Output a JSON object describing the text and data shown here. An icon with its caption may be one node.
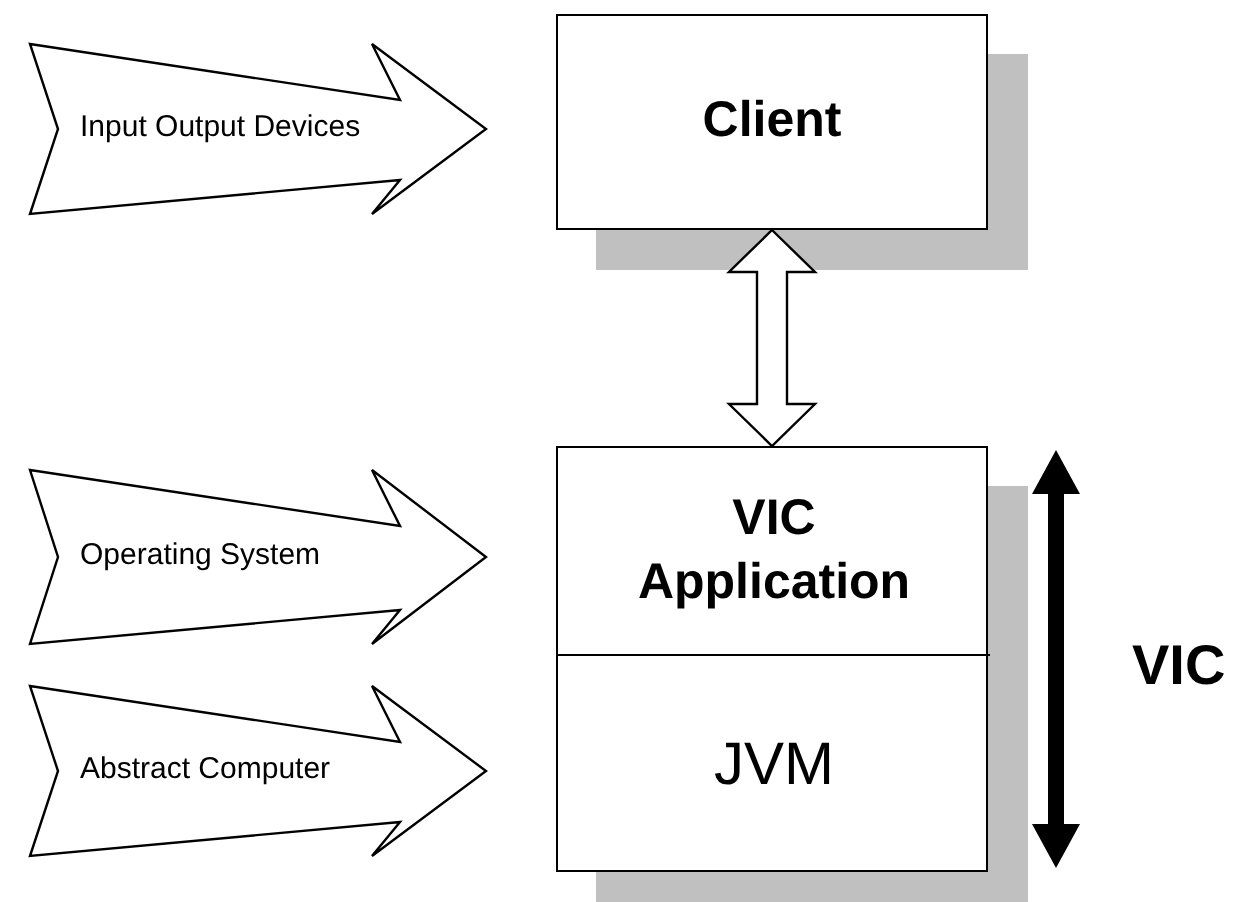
{
  "diagram": {
    "nodes": [
      {
        "text": [
          "Input Output Devices"
        ]
      },
      {
        "text": [
          "Client"
        ]
      },
      {
        "text": [
          "Operating System"
        ]
      },
      {
        "text": [],
        "shape": "box"
      },
      {
        "text": [
          "VIC Application"
        ],
        "in": 3
      },
      {
        "text": [
          "JVM"
        ],
        "in": 3
      },
      {
        "text": [
          "Abstract Computer"
        ]
      },
      {
        "text": [],
        "shape": "arrow",
        "beside": [
          "VIC"
        ]
      }
    ],
    "edges": [
      {
        "from": 1,
        "to": 3,
        "arrow": "both"
      }
    ]
  }
}
